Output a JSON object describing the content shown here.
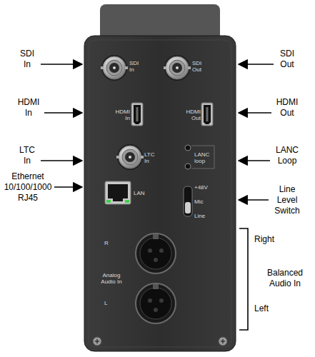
{
  "diagram": {
    "labels": [
      "SDI In",
      "SDI In",
      "SDI Out",
      "SDI Out",
      "HDMI In",
      "HDMI In",
      "HDMI Out",
      "HDMI Out",
      "LTC In",
      "LTC In",
      "LANC loop",
      "LANC Loop",
      "Ethernet 10/100/1000 RJ45",
      "LAN",
      "+48V",
      "Mic",
      "Line",
      "Line Level Switch",
      "R",
      "Right",
      "Balanced Audio In",
      "Analog Audio In",
      "L",
      "Left"
    ]
  }
}
